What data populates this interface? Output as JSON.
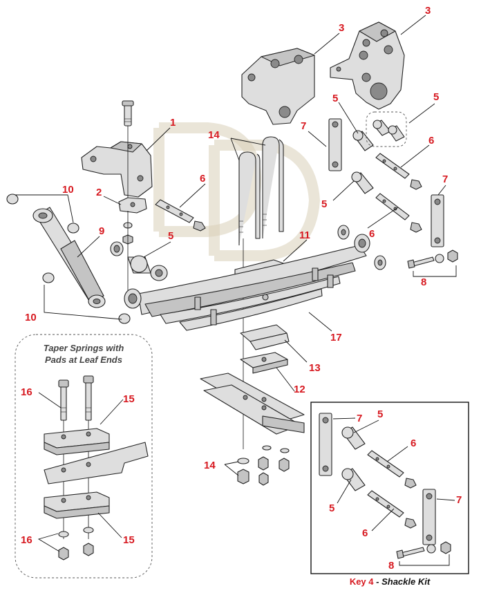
{
  "diagram": {
    "callouts": {
      "c1": "1",
      "c2": "2",
      "c3a": "3",
      "c3b": "3",
      "c5a": "5",
      "c5b": "5",
      "c5c": "5",
      "c5d": "5",
      "c6a": "6",
      "c6b": "6",
      "c6c": "6",
      "c7a": "7",
      "c7b": "7",
      "c8": "8",
      "c9": "9",
      "c10a": "10",
      "c10b": "10",
      "c11": "11",
      "c12": "12",
      "c13": "13",
      "c14a": "14",
      "c14b": "14",
      "c15a": "15",
      "c15b": "15",
      "c16a": "16",
      "c16b": "16",
      "c17": "17"
    },
    "taper_box": {
      "title_line1": "Taper Springs with",
      "title_line2": "Pads at Leaf Ends"
    },
    "shackle_kit": {
      "callouts": {
        "k5a": "5",
        "k5b": "5",
        "k6a": "6",
        "k6b": "6",
        "k7a": "7",
        "k7b": "7",
        "k8": "8"
      },
      "caption_key": "Key 4",
      "caption_sep": " - ",
      "caption_name": "Shackle Kit"
    },
    "colors": {
      "callout": "#d71920",
      "part_fill": "#dedede",
      "watermark": "#d8d0b8"
    }
  }
}
